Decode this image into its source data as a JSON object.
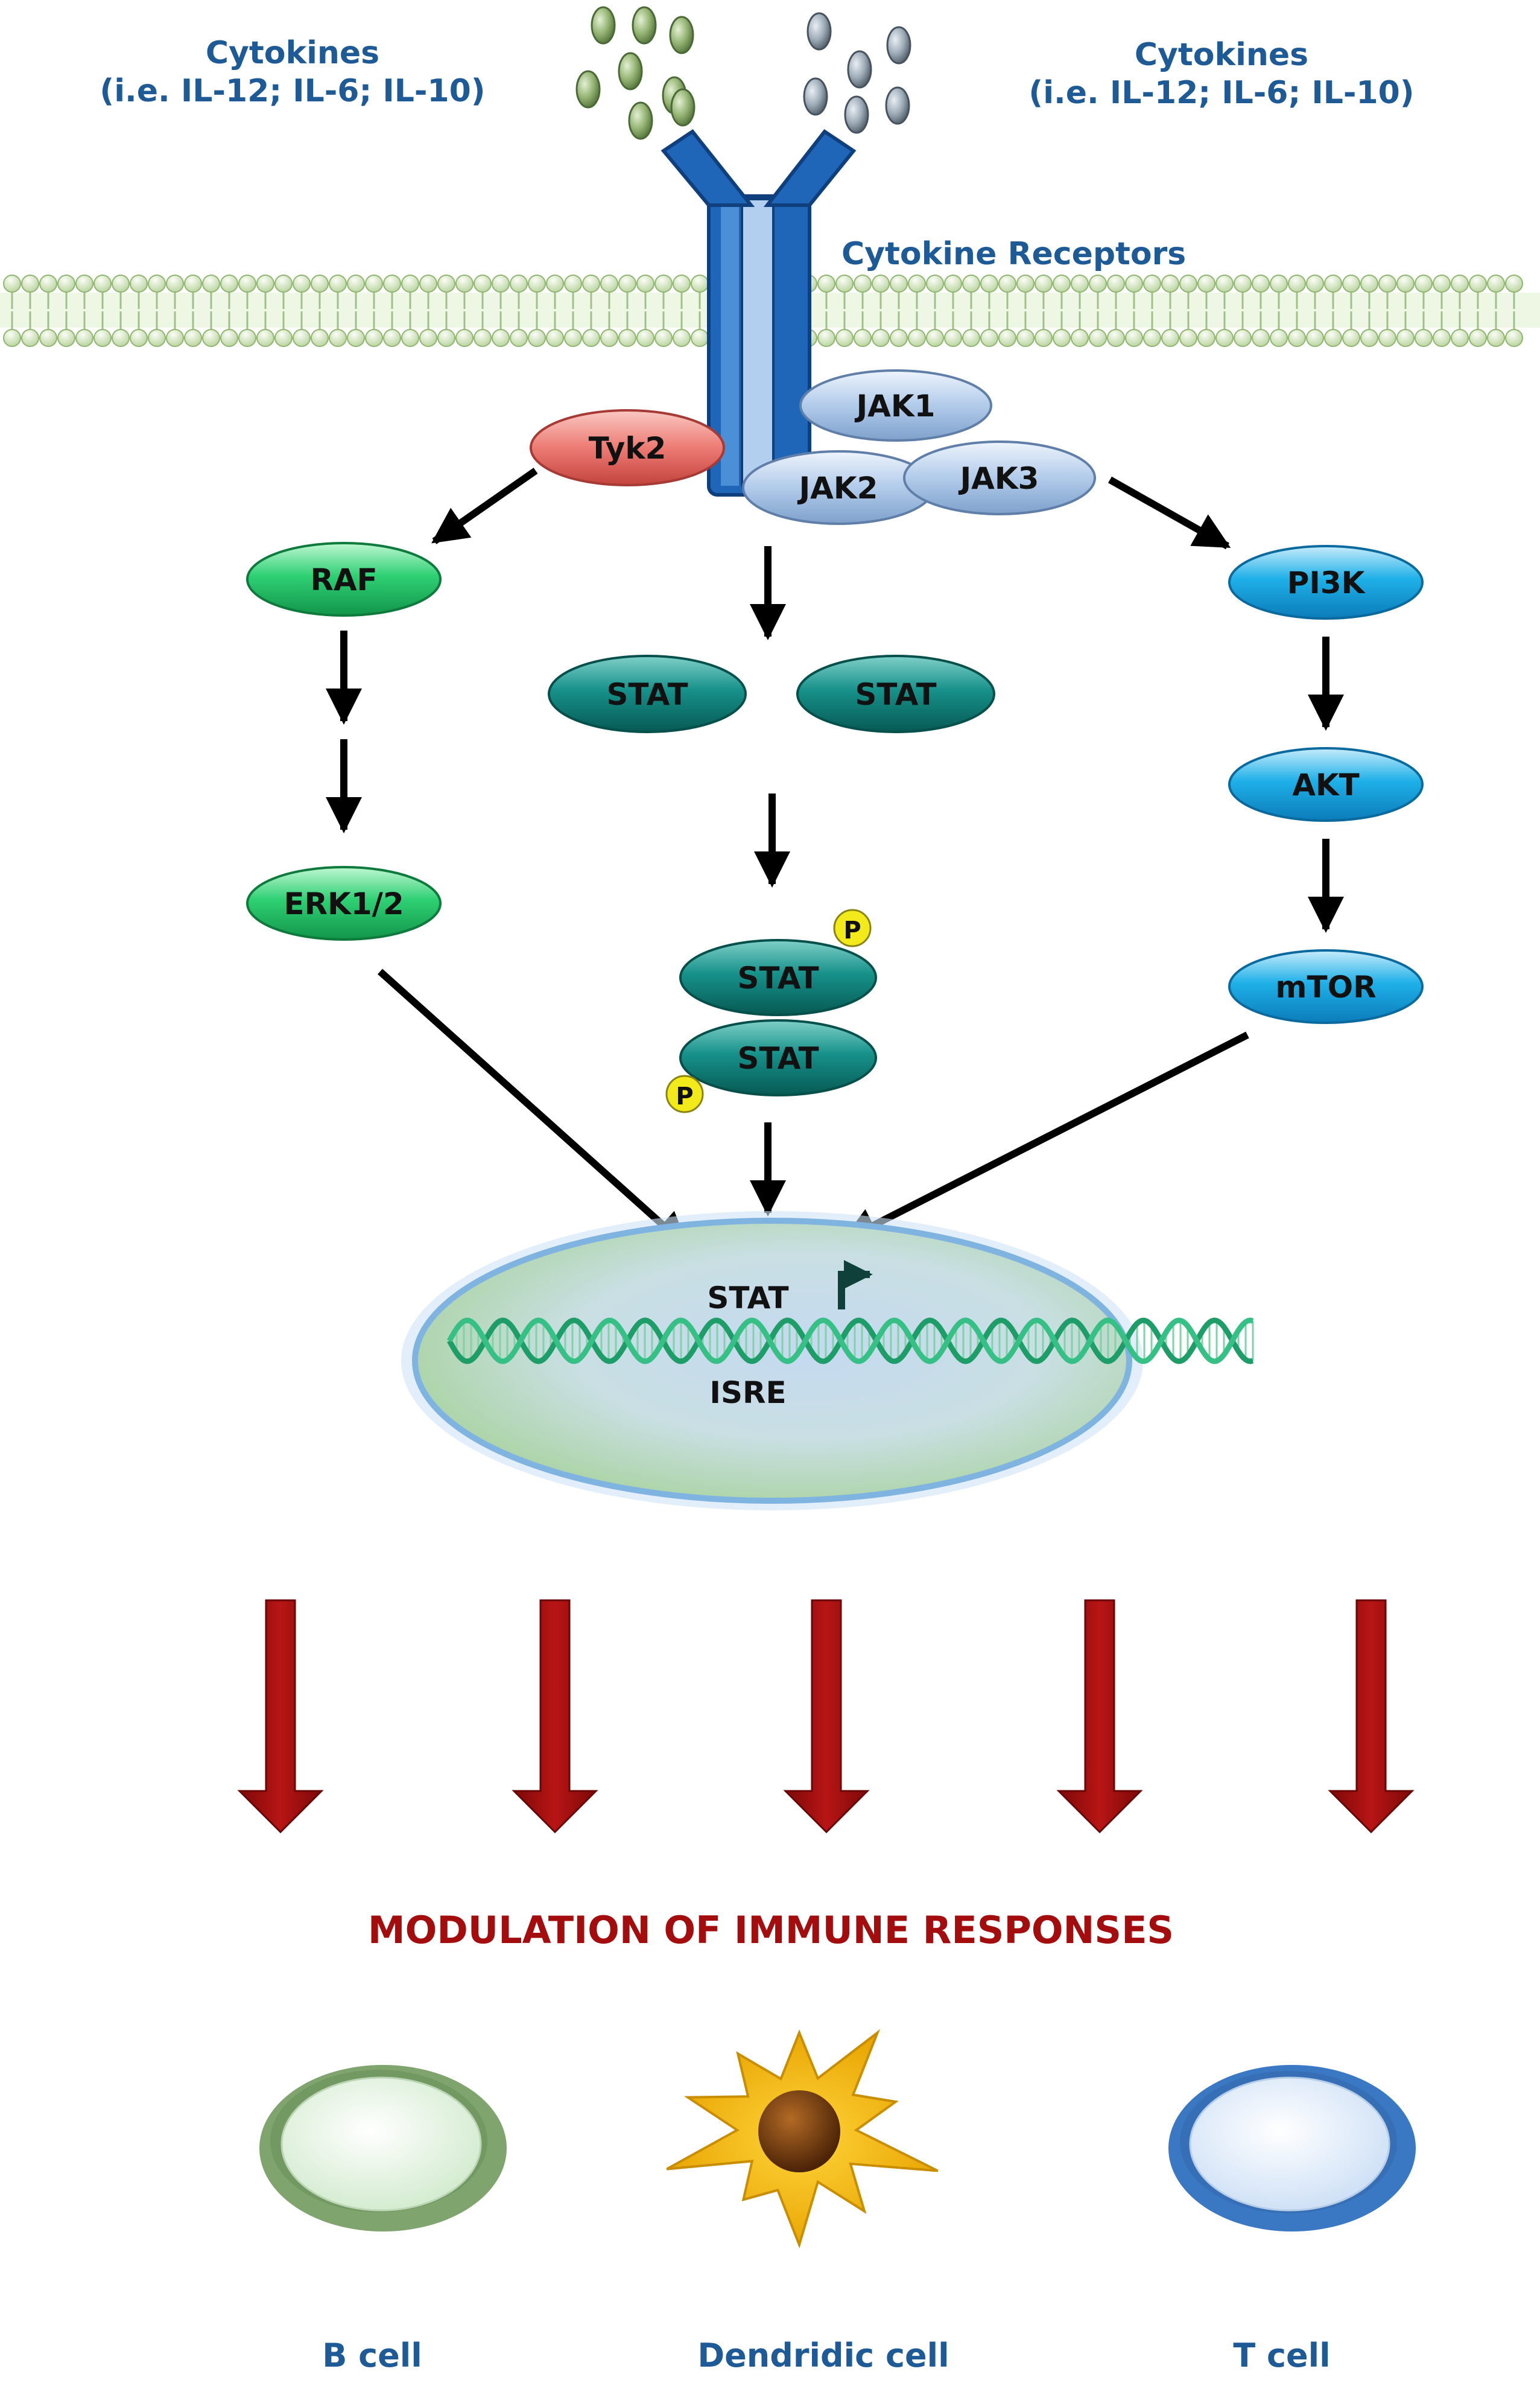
{
  "labels": {
    "cytokines_left_1": "Cytokines",
    "cytokines_left_2": "(i.e. IL-12; IL-6; IL-10)",
    "cytokines_right_1": "Cytokines",
    "cytokines_right_2": "(i.e. IL-12; IL-6; IL-10)",
    "receptors": "Cytokine Receptors",
    "modulation": "MODULATION OF IMMUNE RESPONSES"
  },
  "nodes": {
    "tyk2": "Tyk2",
    "jak1": "JAK1",
    "jak2": "JAK2",
    "jak3": "JAK3",
    "raf": "RAF",
    "erk": "ERK1/2",
    "stat_a": "STAT",
    "stat_b": "STAT",
    "stat_dimer_top": "STAT",
    "stat_dimer_bottom": "STAT",
    "phospho_top": "P",
    "phospho_bottom": "P",
    "pi3k": "PI3K",
    "akt": "AKT",
    "mtor": "mTOR"
  },
  "nucleus": {
    "stat": "STAT",
    "isre": "ISRE"
  },
  "cells": {
    "b_cell": "B cell",
    "dendritic_cell": "Dendridic cell",
    "t_cell": "T cell"
  },
  "colors": {
    "label_blue": "#1d5a96",
    "receptor_blue": "#1f66b8",
    "raf_erk_green": "#1fbf5e",
    "stat_teal": "#13817b",
    "pi3k_blue": "#18a8e0",
    "tyk2_red": "#e9706b",
    "jak_lightblue": "#a9c6e8",
    "phospho_yellow": "#f2ea1a",
    "arrow_red": "#a30d0d",
    "dna_green": "#2fb57a"
  }
}
